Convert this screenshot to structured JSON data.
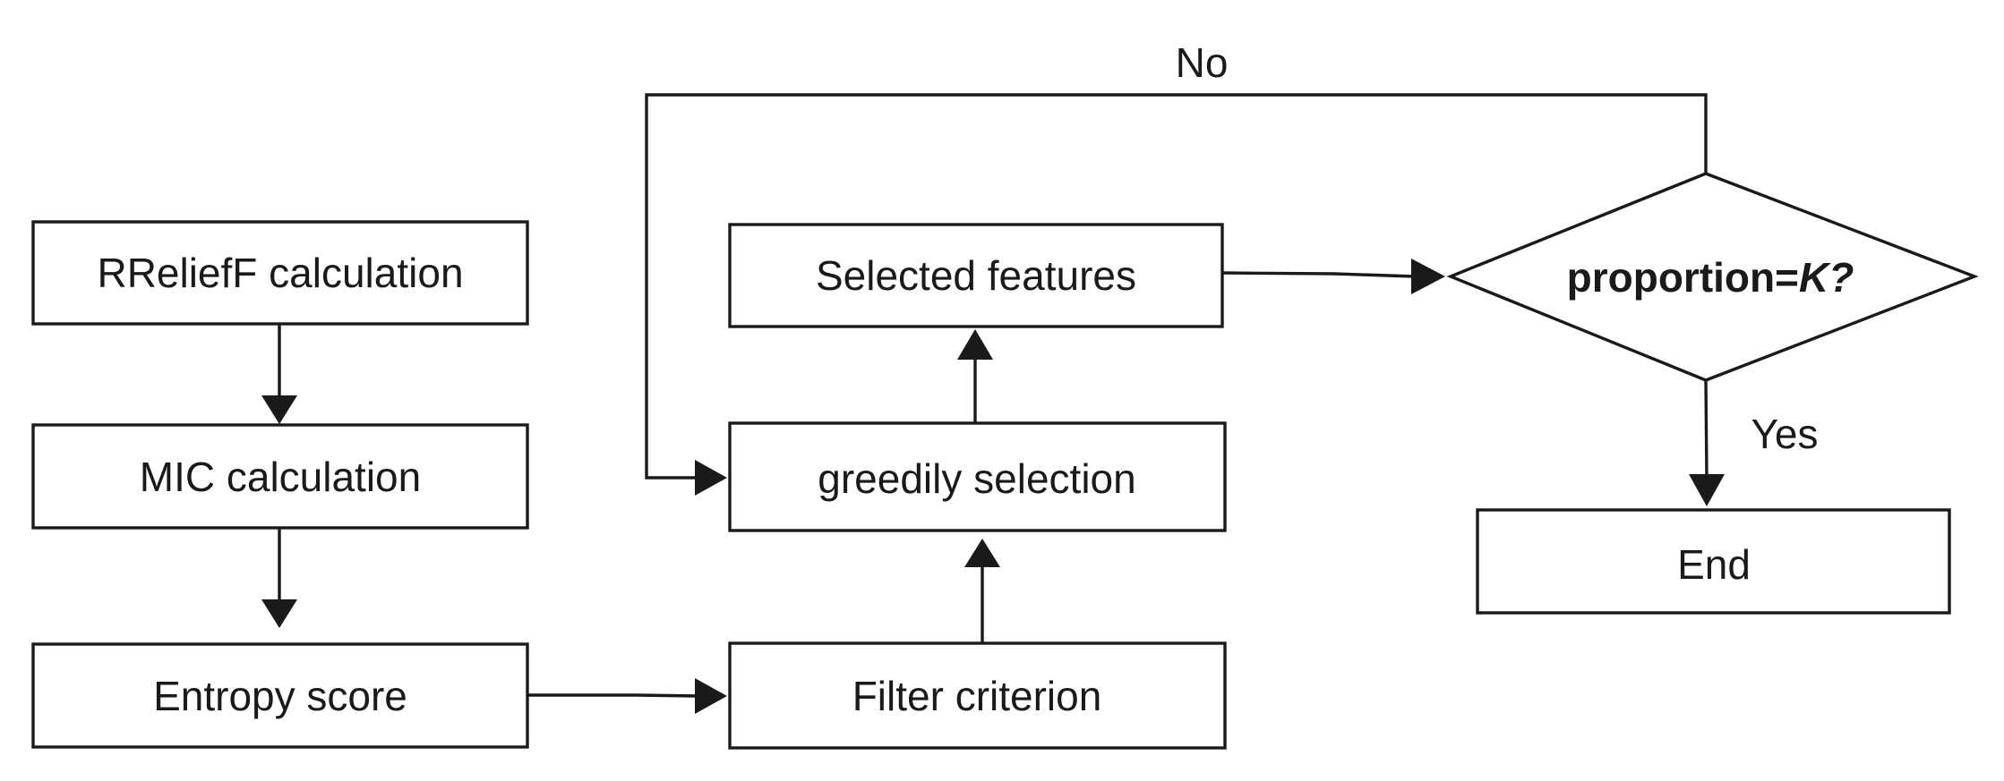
{
  "nodes": {
    "rrelieff": {
      "label": "RReliefF calculation"
    },
    "mic": {
      "label": "MIC calculation"
    },
    "entropy": {
      "label": "Entropy score"
    },
    "filter": {
      "label": "Filter criterion"
    },
    "greedy": {
      "label": "greedily selection"
    },
    "selected": {
      "label": "Selected features"
    },
    "decision": {
      "label_prefix": "proportion=",
      "label_var": "K",
      "label_suffix": "?"
    },
    "end": {
      "label": "End"
    }
  },
  "edges": {
    "no_label": "No",
    "yes_label": "Yes"
  },
  "colors": {
    "stroke": "#1a1a1a",
    "background": "#ffffff"
  }
}
